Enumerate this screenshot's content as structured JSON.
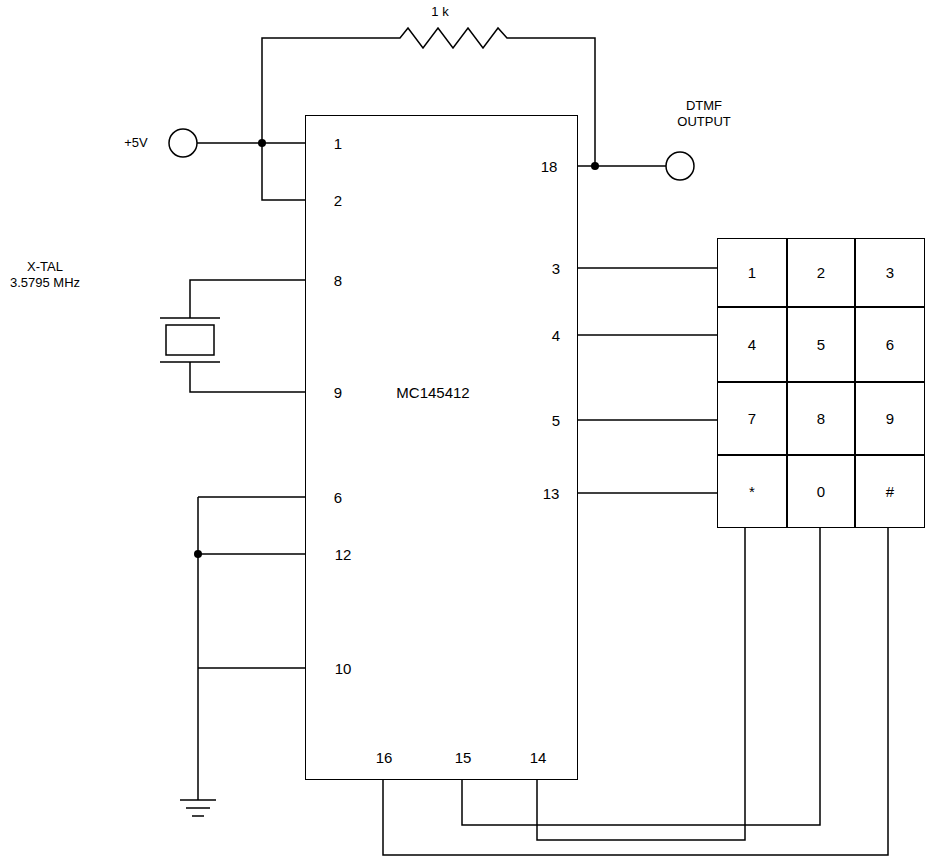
{
  "diagram": {
    "nodes": [
      {
        "text": [
          "MC145412",
          "1",
          "2",
          "8",
          "9",
          "6",
          "12",
          "10",
          "18",
          "3",
          "4",
          "5",
          "13",
          "16",
          "15",
          "14"
        ]
      },
      {
        "text": [
          "1"
        ]
      },
      {
        "text": [
          "2"
        ]
      },
      {
        "text": [
          "3"
        ]
      },
      {
        "text": [
          "4"
        ]
      },
      {
        "text": [
          "5"
        ]
      },
      {
        "text": [
          "6"
        ]
      },
      {
        "text": [
          "7"
        ]
      },
      {
        "text": [
          "8"
        ]
      },
      {
        "text": [
          "9"
        ]
      },
      {
        "text": [
          "*"
        ]
      },
      {
        "text": [
          "0"
        ]
      },
      {
        "text": [
          "#"
        ]
      }
    ],
    "edges": [
      {
        "from": 0,
        "to": 1,
        "arrow": "none"
      },
      {
        "from": 0,
        "to": 4,
        "arrow": "none"
      },
      {
        "from": 0,
        "to": 7,
        "arrow": "none"
      },
      {
        "from": 0,
        "to": 10,
        "arrow": "none"
      },
      {
        "from": 0,
        "to": 10,
        "arrow": "none"
      },
      {
        "from": 0,
        "to": 11,
        "arrow": "none"
      },
      {
        "from": 0,
        "to": 12,
        "arrow": "none"
      }
    ],
    "labels": [
      "1 k",
      "+5V",
      "DTMF OUTPUT",
      "X-TAL 3.5795 MHz"
    ]
  }
}
